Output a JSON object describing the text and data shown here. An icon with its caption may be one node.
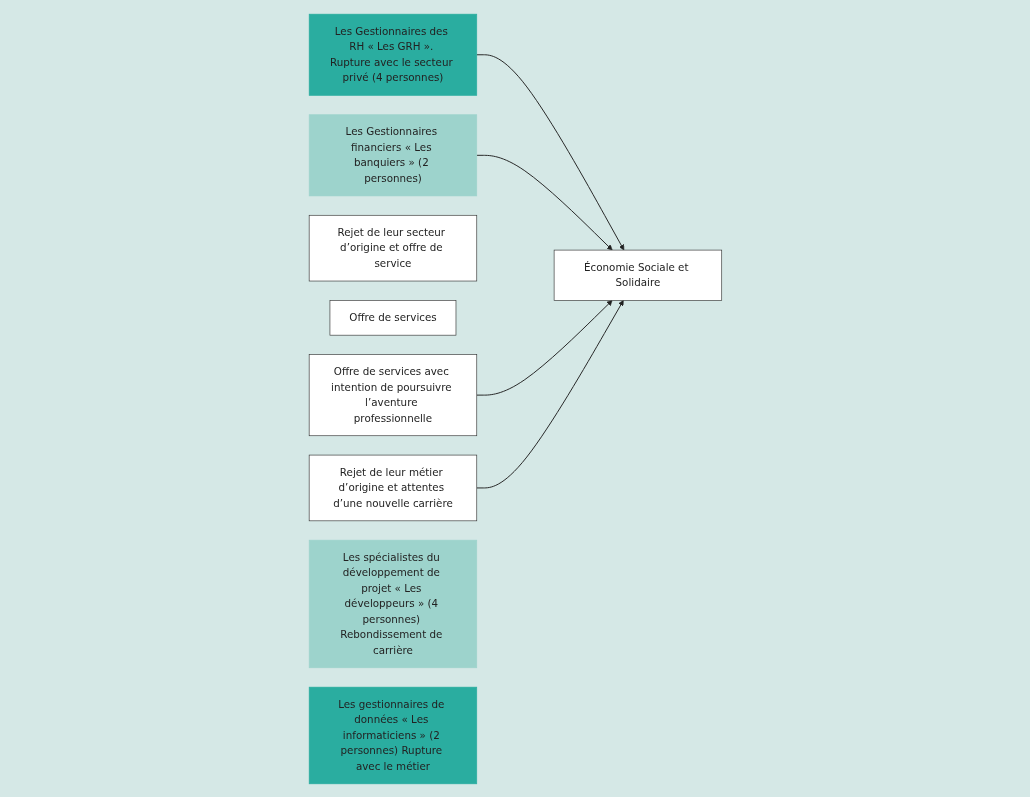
{
  "diagram": {
    "nodes": [
      {
        "text": [
          "Les Gestionnaires des RH « Les GRH ». Rupture avec le secteur privé (4 personnes)"
        ]
      },
      {
        "text": [
          "Les Gestionnaires financiers « Les banquiers » (2 personnes)"
        ]
      },
      {
        "text": [
          "Rejet de leur secteur d’origine et offre de service"
        ]
      },
      {
        "text": [
          "Offre de services"
        ]
      },
      {
        "text": [
          "Économie Sociale et Solidaire"
        ]
      },
      {
        "text": [
          "Offre de services avec intention de poursuivre l’aventure professionnelle"
        ]
      },
      {
        "text": [
          "Rejet de leur métier d’origine et attentes d’une nouvelle carrière"
        ]
      },
      {
        "text": [
          "Les spécialistes du développement de projet « Les développeurs » (4 personnes) Rebondissement de carrière"
        ]
      },
      {
        "text": [
          "Les gestionnaires de données « Les informaticiens » (2 personnes) Rupture avec le métier"
        ]
      }
    ],
    "edges": [
      {
        "from": 0,
        "to": 4,
        "arrow": "to"
      },
      {
        "from": 1,
        "to": 4,
        "arrow": "to"
      },
      {
        "from": 5,
        "to": 4,
        "arrow": "to"
      },
      {
        "from": 6,
        "to": 4,
        "arrow": "to"
      }
    ]
  }
}
